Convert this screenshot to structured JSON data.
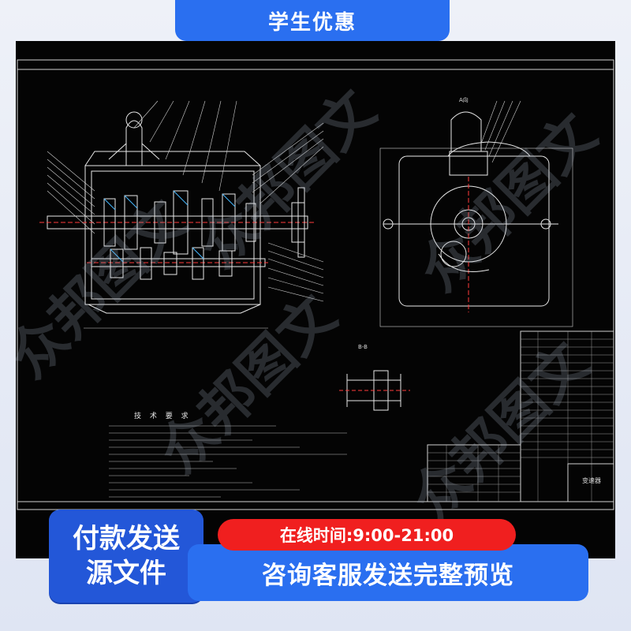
{
  "header": {
    "banner_text": "学生优惠"
  },
  "drawing": {
    "view_label_a": "A向",
    "view_label_b": "B-B",
    "notes_title": "技 术 要 求",
    "title_block_name": "变速器"
  },
  "watermarks": {
    "text": "众邦图文"
  },
  "footer": {
    "left_line1": "付款发送",
    "left_line2": "源文件",
    "hours_text": "在线时间:9:00-21:00",
    "consult_text": "咨询客服发送完整预览"
  }
}
